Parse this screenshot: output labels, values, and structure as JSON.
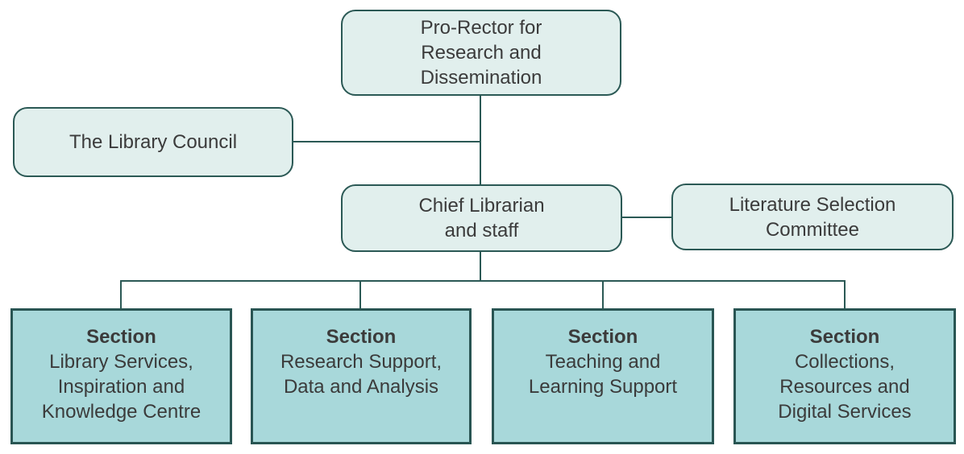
{
  "diagram_type": "org-chart",
  "colors": {
    "rounded_fill": "#e1efed",
    "rounded_border": "#2b5955",
    "section_fill": "#a8d8da",
    "section_border": "#295553",
    "line": "#2b5955",
    "text": "#3b3b3b"
  },
  "nodes": {
    "pro_rector": {
      "label": "Pro-Rector for\nResearch and\nDissemination"
    },
    "library_council": {
      "label": "The Library Council"
    },
    "chief_librarian": {
      "label": "Chief Librarian\nand staff"
    },
    "literature_committee": {
      "label": "Literature Selection\nCommittee"
    }
  },
  "sections": [
    {
      "heading": "Section",
      "label": "Library Services,\nInspiration and\nKnowledge Centre"
    },
    {
      "heading": "Section",
      "label": "Research Support,\nData and Analysis"
    },
    {
      "heading": "Section",
      "label": "Teaching and\nLearning Support"
    },
    {
      "heading": "Section",
      "label": "Collections,\nResources and\nDigital Services"
    }
  ]
}
